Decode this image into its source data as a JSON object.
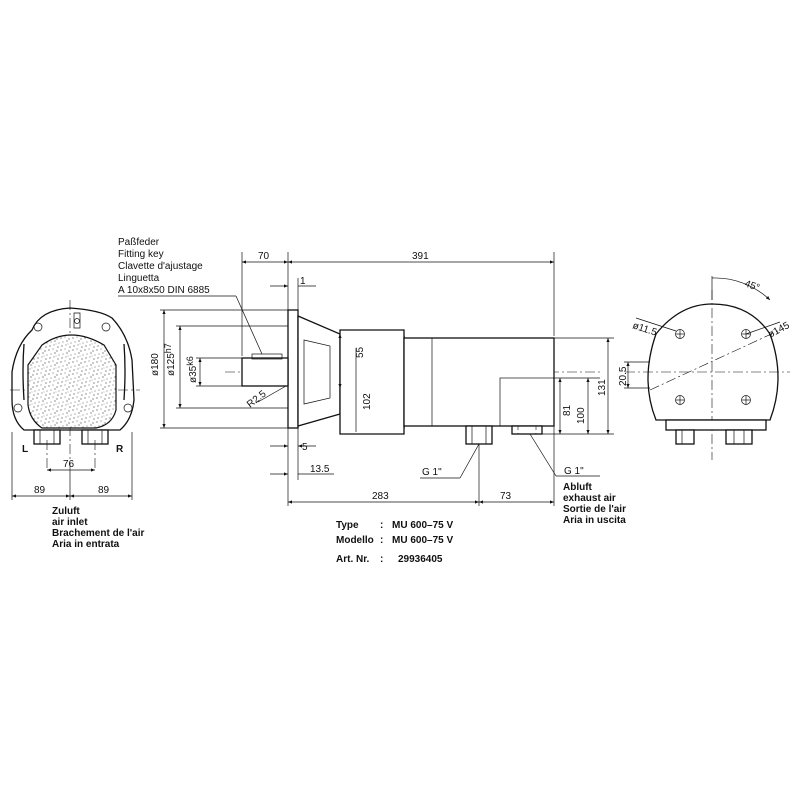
{
  "notes": {
    "key_lines": [
      "Paßfeder",
      "Fitting key",
      "Clavette d'ajustage",
      "Linguetta",
      "A 10x8x50  DIN 6885"
    ],
    "inlet_lines": [
      "Zuluft",
      "air inlet",
      "Brachement de l'air",
      "Aria in entrata"
    ],
    "exhaust_lines": [
      "Abluft",
      "exhaust air",
      "Sortie de l'air",
      "Aria in uscita"
    ],
    "port_left_label": "L",
    "port_right_label": "R",
    "thread_inlet": "G 1\"",
    "thread_exhaust": "G 1\""
  },
  "dimensions": {
    "d70": "70",
    "d391": "391",
    "d1": "1",
    "d180": "ø180",
    "d125": "ø125",
    "d125_tol": "h7",
    "d35": "ø35",
    "d35_tol": "k6",
    "r25": "R2.5",
    "d55": "55",
    "d102": "102",
    "d5": "5",
    "d13_5": "13.5",
    "d283": "283",
    "d73": "73",
    "d81": "81",
    "d100": "100",
    "d131": "131",
    "d20_5": "20.5",
    "d76": "76",
    "d89_left": "89",
    "d89_right": "89",
    "d11_5": "ø11.5",
    "d145": "ø145",
    "d45": "45°"
  },
  "title_block": {
    "rows": [
      {
        "label": "Type",
        "sep": ":",
        "value": "MU 600–75 V"
      },
      {
        "label": "Modello",
        "sep": ":",
        "value": "MU 600–75 V"
      },
      {
        "label": "Art. Nr.",
        "sep": ":",
        "value": "29936405"
      }
    ]
  }
}
